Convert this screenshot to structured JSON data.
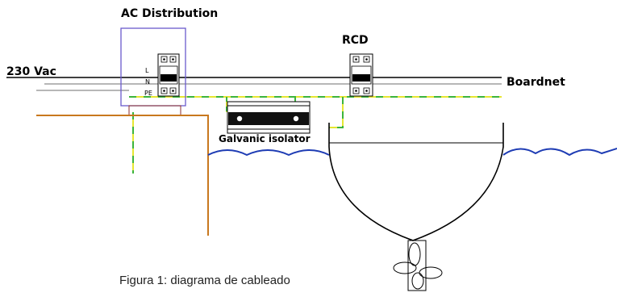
{
  "labels": {
    "title": "AC Distribution",
    "input": "230 Vac",
    "rcd": "RCD",
    "output": "Boardnet",
    "isolator": "Galvanic isolator",
    "line_L": "L",
    "line_N": "N",
    "line_PE": "PE"
  },
  "caption": "Figura 1: diagrama de cableado",
  "colors": {
    "line": "#000000",
    "neutral": "#8c8c8c",
    "earth_yellow": "#e6e632",
    "earth_green": "#3cb43c",
    "shore_cable": "#c8781e",
    "distribution_box": "#6a5acd",
    "water": "#1e3cb4",
    "isolator_body": "#111111"
  }
}
